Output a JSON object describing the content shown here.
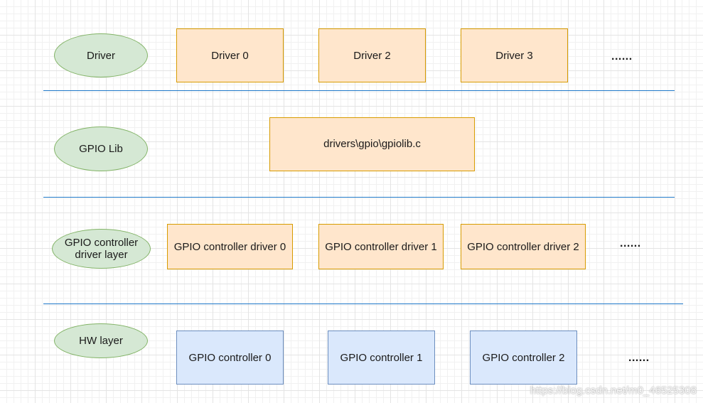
{
  "colors": {
    "ellipse_fill": "#d5e8d4",
    "ellipse_stroke": "#82b366",
    "orange_fill": "#ffe6cc",
    "orange_stroke": "#d79b00",
    "blue_fill": "#dae8fc",
    "blue_stroke": "#6c8ebf",
    "separator": "#1f78c8"
  },
  "layers": {
    "driver": {
      "label": "Driver",
      "boxes": [
        "Driver 0",
        "Driver 2",
        "Driver 3"
      ],
      "more": "......"
    },
    "gpiolib": {
      "label": "GPIO Lib",
      "box": "drivers\\gpio\\gpiolib.c"
    },
    "controller_driver": {
      "label": "GPIO controller driver layer",
      "boxes": [
        "GPIO controller driver 0",
        "GPIO controller driver 1",
        "GPIO controller driver 2"
      ],
      "more": "......"
    },
    "hw": {
      "label": "HW layer",
      "boxes": [
        "GPIO controller 0",
        "GPIO controller 1",
        "GPIO controller 2"
      ],
      "more": "......"
    }
  },
  "watermark": "https://blog.csdn.net/m0_46525308"
}
